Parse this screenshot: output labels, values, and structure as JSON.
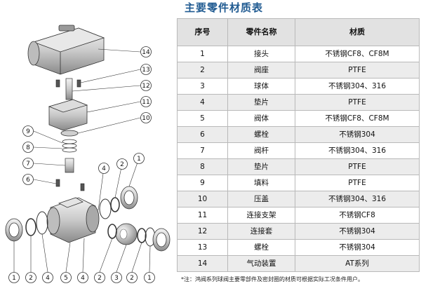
{
  "table_title": "主要零件材质表",
  "columns": [
    "序号",
    "零件名称",
    "材质"
  ],
  "rows": [
    [
      "1",
      "接头",
      "不锈钢CF8、CF8M"
    ],
    [
      "2",
      "阀座",
      "PTFE"
    ],
    [
      "3",
      "球体",
      "不锈钢304、316"
    ],
    [
      "4",
      "垫片",
      "PTFE"
    ],
    [
      "5",
      "阀体",
      "不锈钢CF8、CF8M"
    ],
    [
      "6",
      "螺栓",
      "不锈钢304"
    ],
    [
      "7",
      "阀杆",
      "不锈钢304、316"
    ],
    [
      "8",
      "垫片",
      "PTFE"
    ],
    [
      "9",
      "填料",
      "PTFE"
    ],
    [
      "10",
      "压盖",
      "不锈钢304、316"
    ],
    [
      "11",
      "连接支架",
      "不锈钢CF8"
    ],
    [
      "12",
      "连接套",
      "不锈钢304"
    ],
    [
      "13",
      "螺栓",
      "不锈钢304"
    ],
    [
      "14",
      "气动装置",
      "AT系列"
    ]
  ],
  "footnote": "*注：鸿阀系列球阀主要零部件及密封圈的材质可根据实际工况条件用户。",
  "callouts": [
    "14",
    "13",
    "12",
    "11",
    "10",
    "9",
    "8",
    "7",
    "6",
    "4",
    "2",
    "1",
    "1",
    "2",
    "3",
    "2",
    "4",
    "5",
    "4",
    "2",
    "1"
  ],
  "colors": {
    "title": "#1f5a91",
    "header_bg": "#e2e2e2",
    "stripe_bg": "#ececec",
    "border": "#b9b9b9"
  }
}
